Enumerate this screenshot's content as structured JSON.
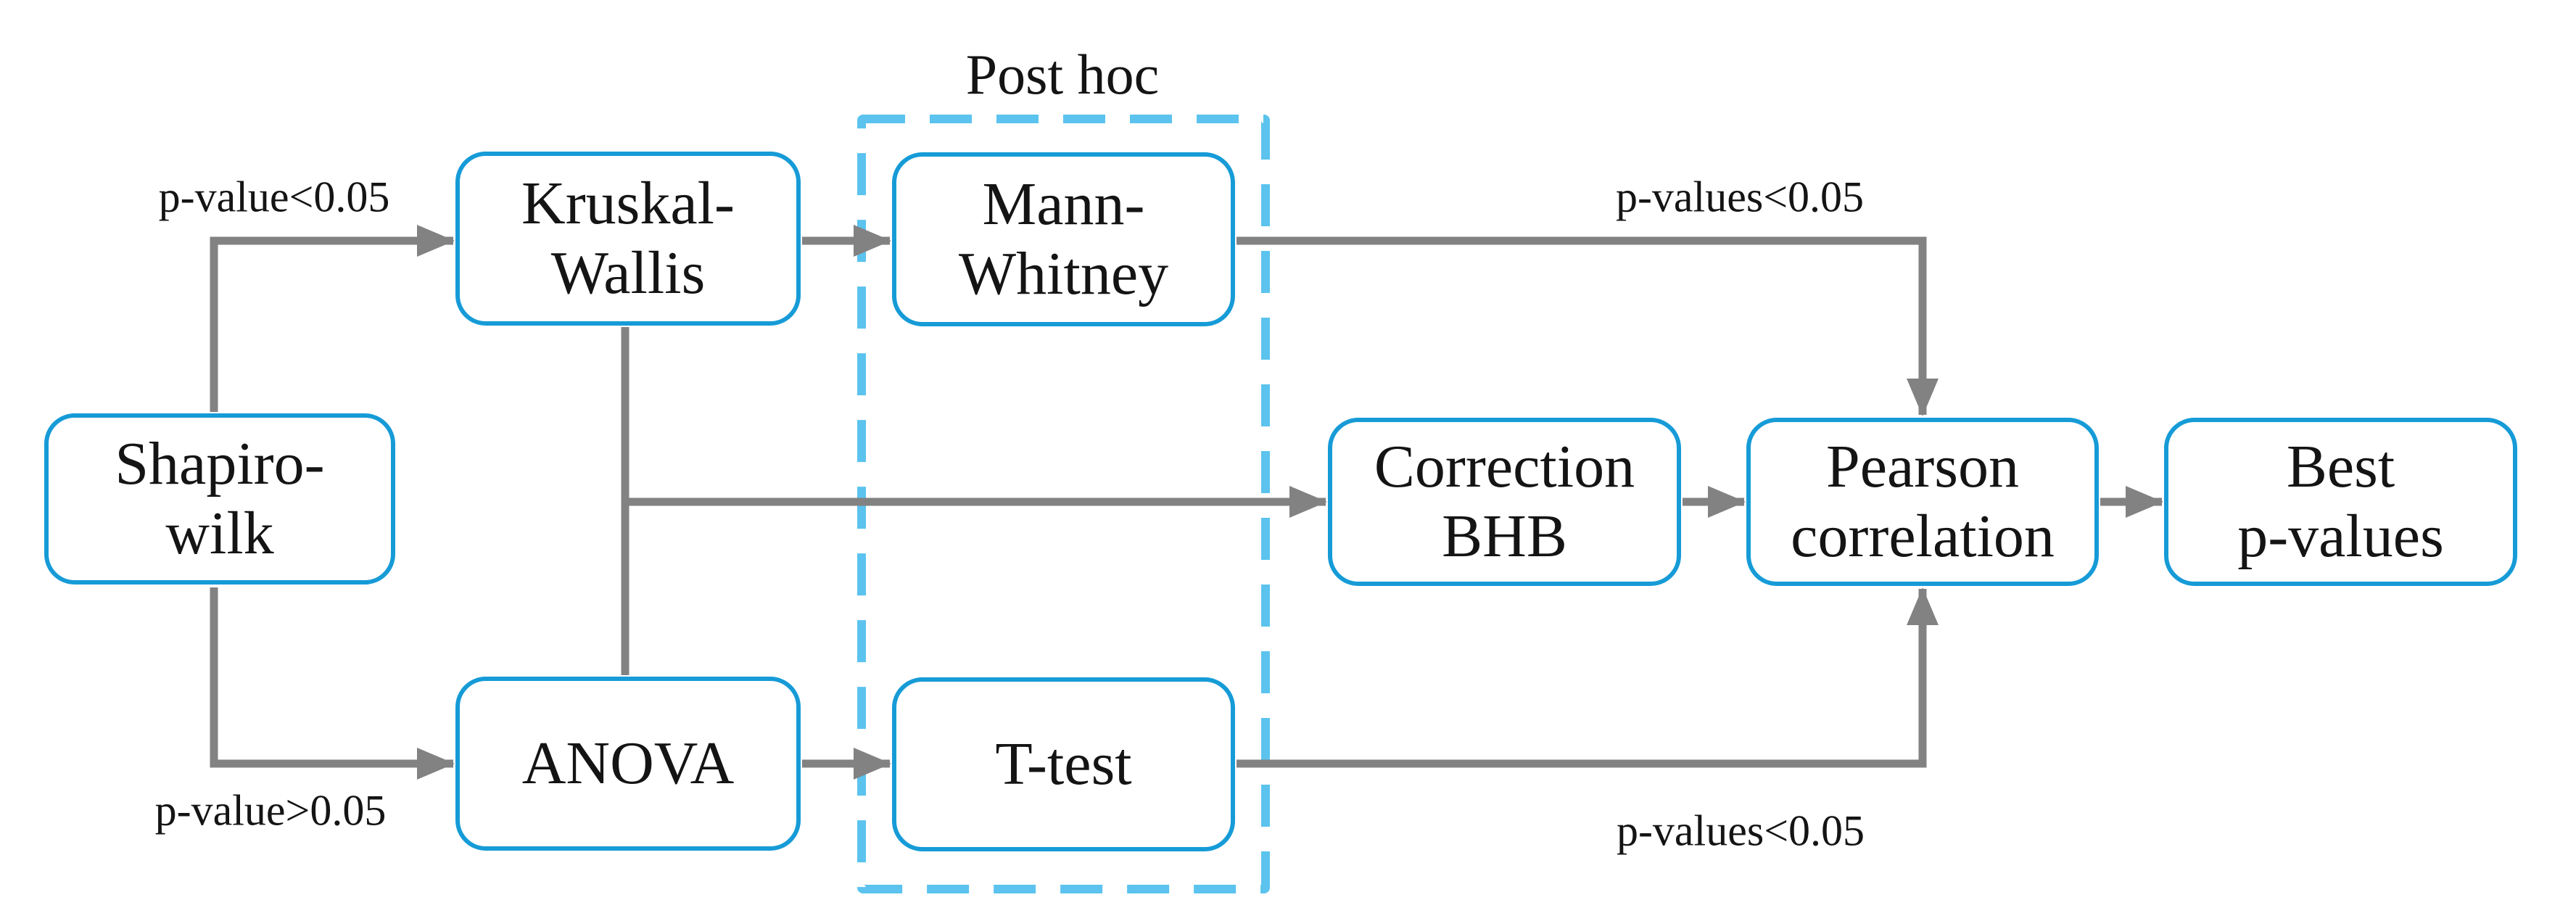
{
  "diagram": {
    "group": {
      "label": "Post hoc",
      "members": [
        "mann-whitney",
        "t-test"
      ]
    },
    "nodes": [
      {
        "id": "shapiro-wilk",
        "label": "Shapiro-\nwilk"
      },
      {
        "id": "kruskal-wallis",
        "label": "Kruskal-\nWallis"
      },
      {
        "id": "anova",
        "label": "ANOVA"
      },
      {
        "id": "mann-whitney",
        "label": "Mann-\nWhitney"
      },
      {
        "id": "t-test",
        "label": "T-test"
      },
      {
        "id": "correction-bhb",
        "label": "Correction\nBHB"
      },
      {
        "id": "pearson-correlation",
        "label": "Pearson\ncorrelation"
      },
      {
        "id": "best-p-values",
        "label": "Best\np-values"
      }
    ],
    "edges": [
      {
        "from": "shapiro-wilk",
        "to": "kruskal-wallis",
        "label": "p-value<0.05"
      },
      {
        "from": "shapiro-wilk",
        "to": "anova",
        "label": "p-value>0.05"
      },
      {
        "from": "kruskal-wallis",
        "to": "mann-whitney",
        "label": ""
      },
      {
        "from": "anova",
        "to": "t-test",
        "label": ""
      },
      {
        "from": "kruskal-wallis-anova",
        "to": "correction-bhb",
        "label": ""
      },
      {
        "from": "mann-whitney",
        "to": "pearson-correlation",
        "label": "p-values<0.05"
      },
      {
        "from": "t-test",
        "to": "pearson-correlation",
        "label": "p-values<0.05"
      },
      {
        "from": "correction-bhb",
        "to": "pearson-correlation",
        "label": ""
      },
      {
        "from": "pearson-correlation",
        "to": "best-p-values",
        "label": ""
      }
    ],
    "colors": {
      "node_border": "#169bd7",
      "group_border": "#5bc3ee",
      "arrow": "#828282",
      "text": "#141414"
    }
  }
}
